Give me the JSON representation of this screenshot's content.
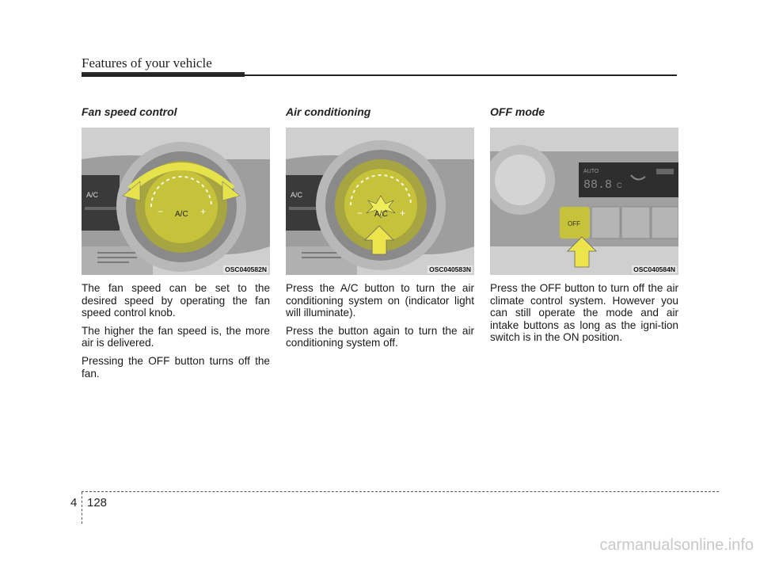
{
  "header": {
    "title": "Features of your vehicle"
  },
  "sections": [
    {
      "title": "Fan speed control",
      "figure_code": "OSC040582N",
      "knob_label": "A/C",
      "side_label": "A/C",
      "paragraphs": [
        "The fan speed can be set to the desired speed by operating the fan speed control knob.",
        "The higher the fan speed is, the more air is delivered.",
        "Pressing the OFF button turns off the fan."
      ]
    },
    {
      "title": "Air conditioning",
      "figure_code": "OSC040583N",
      "knob_label": "A/C",
      "side_label": "A/C",
      "paragraphs": [
        "Press the A/C button to turn the air conditioning system on (indicator light will illuminate).",
        "Press the button again to turn the air conditioning system off."
      ]
    },
    {
      "title": "OFF mode",
      "figure_code": "OSC040584N",
      "display_auto": "AUTO",
      "display_digits": "88.8",
      "display_unit": "C",
      "button_label": "OFF",
      "paragraphs": [
        "Press the OFF button to turn off the air climate control system. However you can still operate the mode and air intake buttons as long as the igni-tion switch is in the ON position."
      ]
    }
  ],
  "footer": {
    "chapter": "4",
    "page": "128"
  },
  "watermark": "carmanualsonline.info",
  "colors": {
    "highlight": "#c6c23a",
    "arrow": "#ece44a",
    "panel": "#bdbdbd"
  }
}
